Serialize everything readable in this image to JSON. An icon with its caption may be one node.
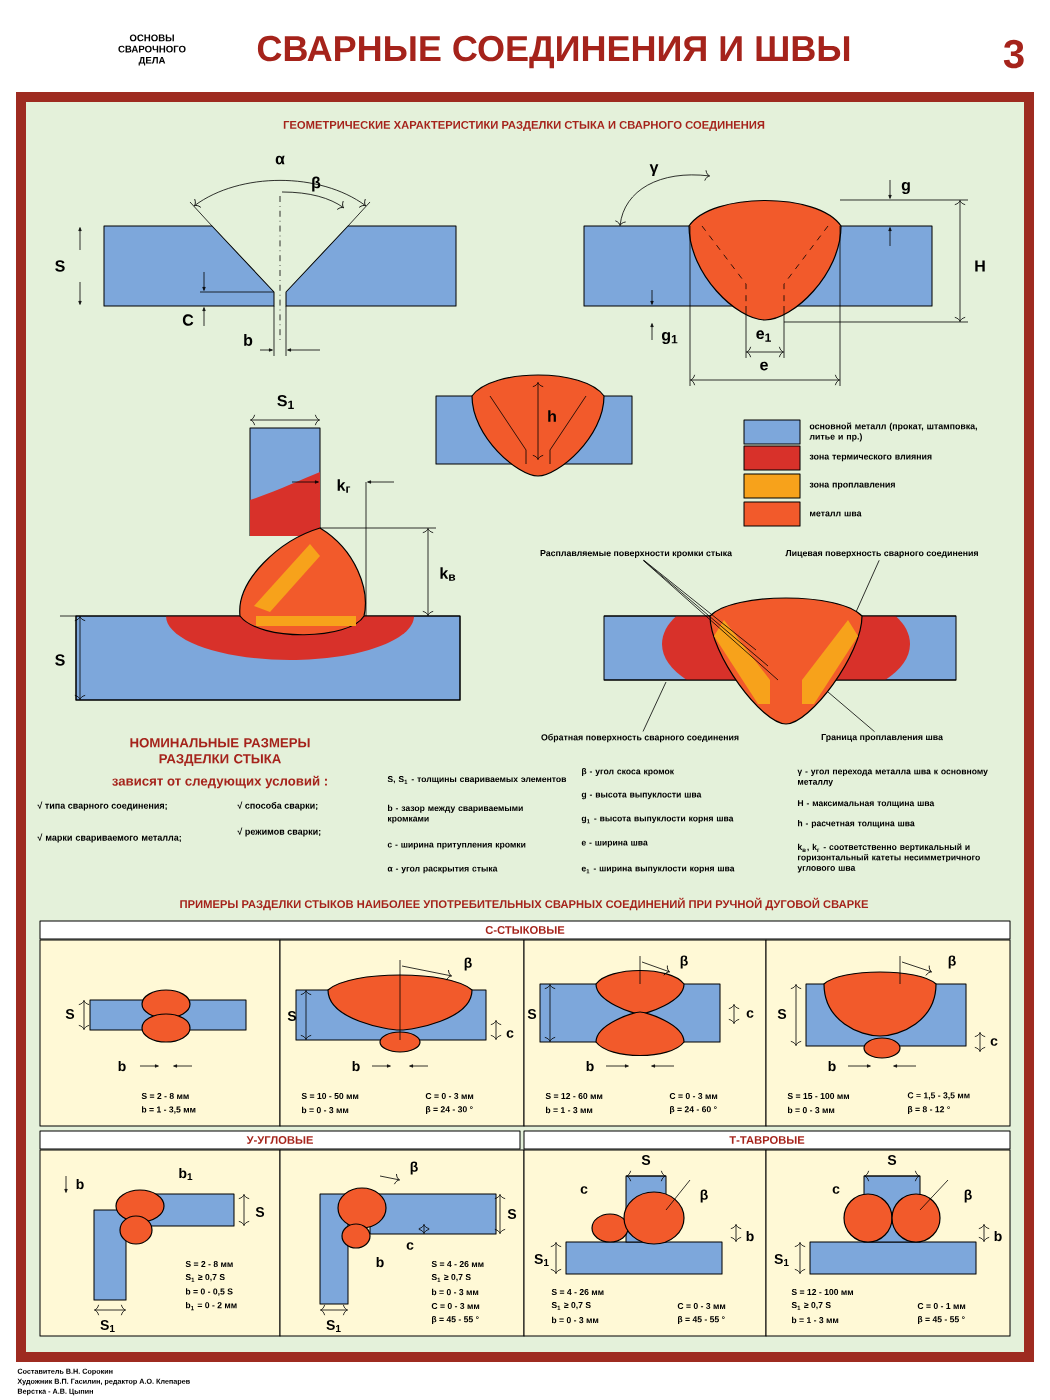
{
  "diagram": {
    "title": "СВАРНЫЕ СОЕДИНЕНИЯ И ШВЫ",
    "nodes": [
      {
        "text": [
          "Расплавляемые поверхности кромки стыка"
        ]
      },
      {
        "text": [
          "Лицевая поверхность сварного соединения"
        ]
      },
      {
        "text": [
          "Обратная поверхность сварного соединения"
        ]
      },
      {
        "text": [
          "Граница проплавления шва"
        ]
      }
    ],
    "edges": [
      {
        "from": 0,
        "to": null,
        "arrow": "none"
      },
      {
        "from": 0,
        "to": null,
        "arrow": "none"
      },
      {
        "from": 0,
        "to": null,
        "arrow": "none"
      },
      {
        "from": 1,
        "to": null,
        "arrow": "none"
      },
      {
        "from": 2,
        "to": null,
        "arrow": "none"
      },
      {
        "from": 3,
        "to": null,
        "arrow": "none"
      }
    ],
    "labels": [
      "ОСНОВЫ СВАРОЧНОГО ДЕЛА",
      "3",
      "ГЕОМЕТРИЧЕСКИЕ ХАРАКТЕРИСТИКИ РАЗДЕЛКИ СТЫКА И СВАРНОГО СОЕДИНЕНИЯ",
      "α",
      "β",
      "S",
      "C",
      "b",
      "γ",
      "g",
      "H",
      "g$_{1}$",
      "e$_{1}$",
      "e",
      "h",
      "S$_{1}$",
      "k$_{г}$",
      "k$_{в}$",
      "S",
      "НОМИНАЛЬНЫЕ РАЗМЕРЫ РАЗДЕЛКИ СТЫКА",
      "зависят от следующих условий :",
      "√ типа сварного соединения;",
      "√ способа сварки;",
      "√ марки свариваемого металла;",
      "√ режимов сварки;",
      "S, S$_{1}$ - толщины свариваемых элементов",
      "b - зазор между свариваемыми кромками",
      "c - ширина притупления кромки",
      "α - угол раскрытия стыка",
      "β - угол скоса кромок",
      "g - высота выпуклости шва",
      "g$_{1}$ - высота выпуклости корня шва",
      "e - ширина шва",
      "e$_{1}$ - ширина выпуклости корня шва",
      "γ - угол перехода металла шва к основному металлу",
      "H - максимальная толщина шва",
      "h - расчетная толщина шва",
      "k$_{в}$, k$_{г}$ - соответственно вертикальный и горизонтальный катеты несимметричного углового шва",
      "ПРИМЕРЫ РАЗДЕЛКИ СТЫКОВ НАИБОЛЕЕ УПОТРЕБИТЕЛЬНЫХ СВАРНЫХ СОЕДИНЕНИЙ ПРИ РУЧНОЙ ДУГОВОЙ СВАРКЕ",
      "С-СТЫКОВЫЕ",
      "S",
      "b",
      "S = 2 - 8 мм",
      "b = 1 - 3,5 мм",
      "β",
      "S",
      "c",
      "b",
      "S = 10 - 50 мм",
      "b = 0 - 3 мм",
      "C = 0 - 3 мм",
      "β = 24 - 30 °",
      "β",
      "S",
      "c",
      "b",
      "S = 12 - 60 мм",
      "b = 1 - 3 мм",
      "C = 0 - 3 мм",
      "β = 24 - 60 °",
      "β",
      "S",
      "c",
      "b",
      "S = 15 - 100 мм",
      "b = 0 - 3 мм",
      "C = 1,5 - 3,5 мм",
      "β = 8 - 12 °",
      "У-УГЛОВЫЕ",
      "Т-ТАВРОВЫЕ",
      "b",
      "b$_{1}$",
      "S",
      "S$_{1}$",
      "S = 2 - 8 мм",
      "S$_{1}$ ≥ 0,7 S",
      "b = 0 - 0,5 S",
      "b$_{1}$ = 0 - 2 мм",
      "β",
      "S",
      "b",
      "c",
      "S$_{1}$",
      "S = 4 - 26 мм",
      "S$_{1}$ ≥ 0,7 S",
      "b = 0 - 3 мм",
      "C = 0 - 3 мм",
      "β = 45 - 55 °",
      "S",
      "c",
      "β",
      "b",
      "S$_{1}$",
      "S = 4 - 26 мм",
      "S$_{1}$ ≥ 0,7 S",
      "b = 0 - 3 мм",
      "C = 0 - 3 мм",
      "β = 45 - 55 °",
      "S",
      "c",
      "β",
      "b",
      "S$_{1}$",
      "S = 12 - 100 мм",
      "S$_{1}$ ≥ 0,7 S",
      "b = 1 - 3 мм",
      "C = 0 - 1 мм",
      "β = 45 - 55 °",
      "Составитель В.Н. Сорокин",
      "Художник В.П. Гасилин, редактор А.О. Клепарев",
      "Верстка - А.В. Цыпин"
    ],
    "legend": [
      {
        "text": "основной металл (прокат, штамповка, литье и пр.)",
        "color": "#7da7db"
      },
      {
        "text": "зона термического влияния",
        "color": "#d8312a"
      },
      {
        "text": "зона проплавления",
        "color": "#f7a21b"
      },
      {
        "text": "металл шва",
        "color": "#f25a2b"
      }
    ]
  }
}
